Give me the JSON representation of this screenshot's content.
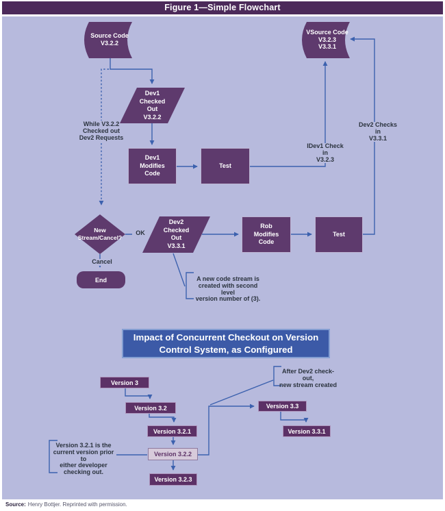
{
  "title": "Figure 1—Simple Flowchart",
  "flowchart": {
    "shapes": {
      "source_code": "Source Code\nV3.2.2",
      "vsource_code": "VSource Code\nV3.2.3\nV3.3.1",
      "dev1_checked_out": "Dev1\nChecked\nOut\nV3.2.2",
      "dev1_modifies": "Dev1\nModifies\nCode",
      "test1": "Test",
      "decision": "New\nStream/Cancel?",
      "dev2_checked_out": "Dev2\nChecked\nOut\nV3.3.1",
      "rob_modifies": "Rob\nModifies\nCode",
      "test2": "Test",
      "end": "End"
    },
    "labels": {
      "while_note": "While V3.2.2\nChecked out\nDev2 Requests",
      "ok": "OK",
      "cancel": "Cancel",
      "dev1_check_in": "IDev1 Check in\nV3.2.3",
      "dev2_checks_in": "Dev2 Checks in\nV3.3.1",
      "new_stream_note": "A new code stream is\ncreated with second level\nversion number of (3)."
    }
  },
  "impact": {
    "heading": "Impact of Concurrent Checkout on Version\nControl System, as Configured",
    "after_note": "After Dev2 check-out,\nnew stream created",
    "v321_note": "Version 3.2.1 is the\ncurrent version prior to\neither developer\nchecking out.",
    "versions": {
      "v3": "Version 3",
      "v3_2": "Version 3.2",
      "v3_2_1": "Version 3.2.1",
      "v3_2_2": "Version 3.2.2",
      "v3_2_3": "Version 3.2.3",
      "v3_3": "Version 3.3",
      "v3_3_1": "Version 3.3.1"
    }
  },
  "source": {
    "label": "Source:",
    "text": "Henry Bottjer. Reprinted with permission."
  },
  "colors": {
    "background": "#b7badd",
    "title_bar": "#4c2a5a",
    "shape_purple": "#5e3a6d",
    "version_box": "#5c3166",
    "line_blue": "#3c61ae",
    "header_blue": "#3c5aa7",
    "current_version_fill": "#d7cadb"
  }
}
